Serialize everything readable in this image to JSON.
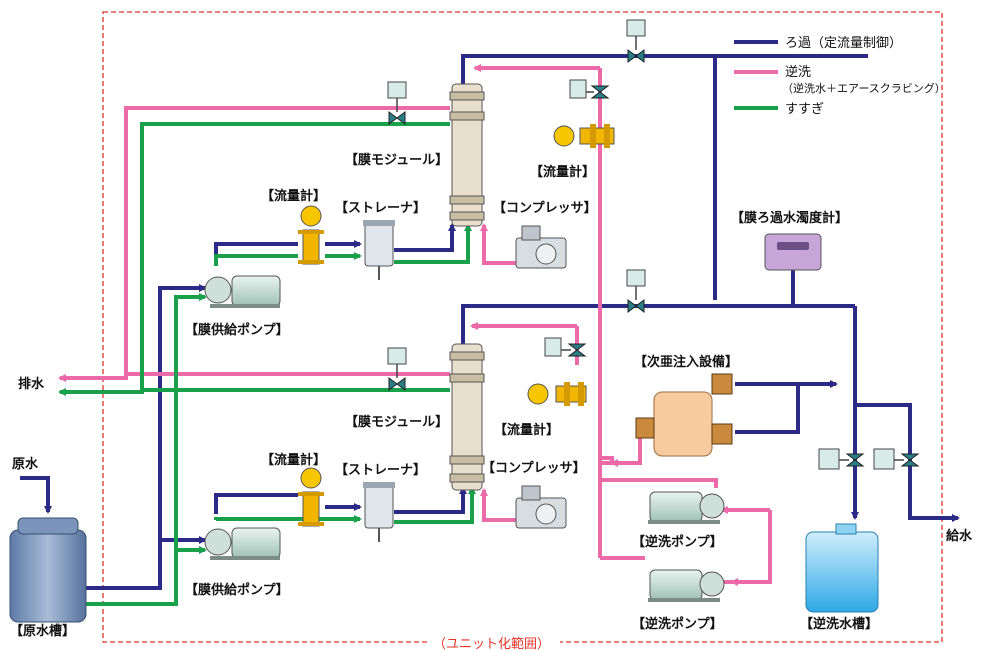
{
  "legend": {
    "filtration": "ろ過（定流量制御）",
    "backwash": "逆洗",
    "backwash_note": "（逆洗水＋エアースクラビング）",
    "rinse": "すすぎ"
  },
  "labels": {
    "unit_scope": "（ユニット化範囲）",
    "drain": "排水",
    "raw_water": "原水",
    "raw_water_tank": "【原水槽】",
    "membrane_module_upper": "【膜モジュール】",
    "membrane_module_lower": "【膜モジュール】",
    "flowmeter_upper_left": "【流量計】",
    "flowmeter_lower_left": "【流量計】",
    "flowmeter_upper_right": "【流量計】",
    "flowmeter_lower_right": "【流量計】",
    "strainer_upper": "【ストレーナ】",
    "strainer_lower": "【ストレーナ】",
    "compressor_upper": "【コンプレッサ】",
    "compressor_lower": "【コンプレッサ】",
    "feed_pump_upper": "【膜供給ポンプ】",
    "feed_pump_lower": "【膜供給ポンプ】",
    "turbidity_meter": "【膜ろ過水濁度計】",
    "hypochlorite": "【次亜注入設備】",
    "backwash_pump_upper": "【逆洗ポンプ】",
    "backwash_pump_lower": "【逆洗ポンプ】",
    "backwash_tank": "【逆洗水槽】",
    "supply_water": "給水"
  },
  "colors": {
    "filtration": "#2b2a86",
    "backwash": "#ec6aa8",
    "rinse": "#18a14a",
    "scope_border": "#e5332a"
  }
}
